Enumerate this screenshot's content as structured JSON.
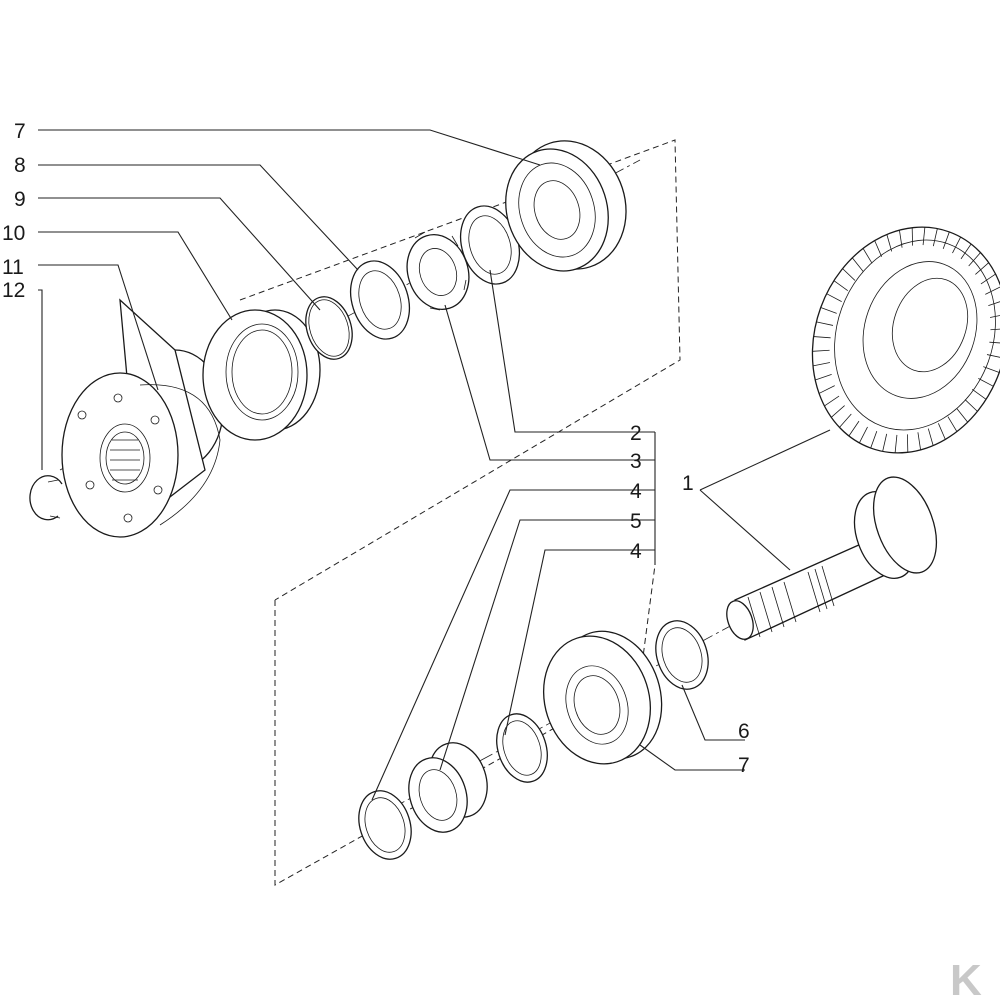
{
  "callouts": {
    "left_stack": [
      "7",
      "8",
      "9",
      "10",
      "11",
      "12"
    ],
    "mid_group": [
      "2",
      "3",
      "4",
      "5",
      "4"
    ],
    "mid_one": "1",
    "right_lower": [
      "6",
      "7"
    ]
  },
  "colors": {
    "line": "#1a1a1a",
    "background": "#ffffff",
    "watermark": "#c8c8c8"
  },
  "watermark": {
    "glyph": "K"
  }
}
